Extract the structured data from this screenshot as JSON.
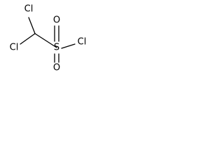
{
  "molecule": {
    "atoms": {
      "cl_top": "Cl",
      "cl_left": "Cl",
      "sulfur": "S",
      "oxygen_top": "O",
      "oxygen_bottom": "O",
      "cl_right": "Cl"
    },
    "colors": {
      "bond": "#000000",
      "text": "#000000",
      "background": "#ffffff"
    }
  }
}
